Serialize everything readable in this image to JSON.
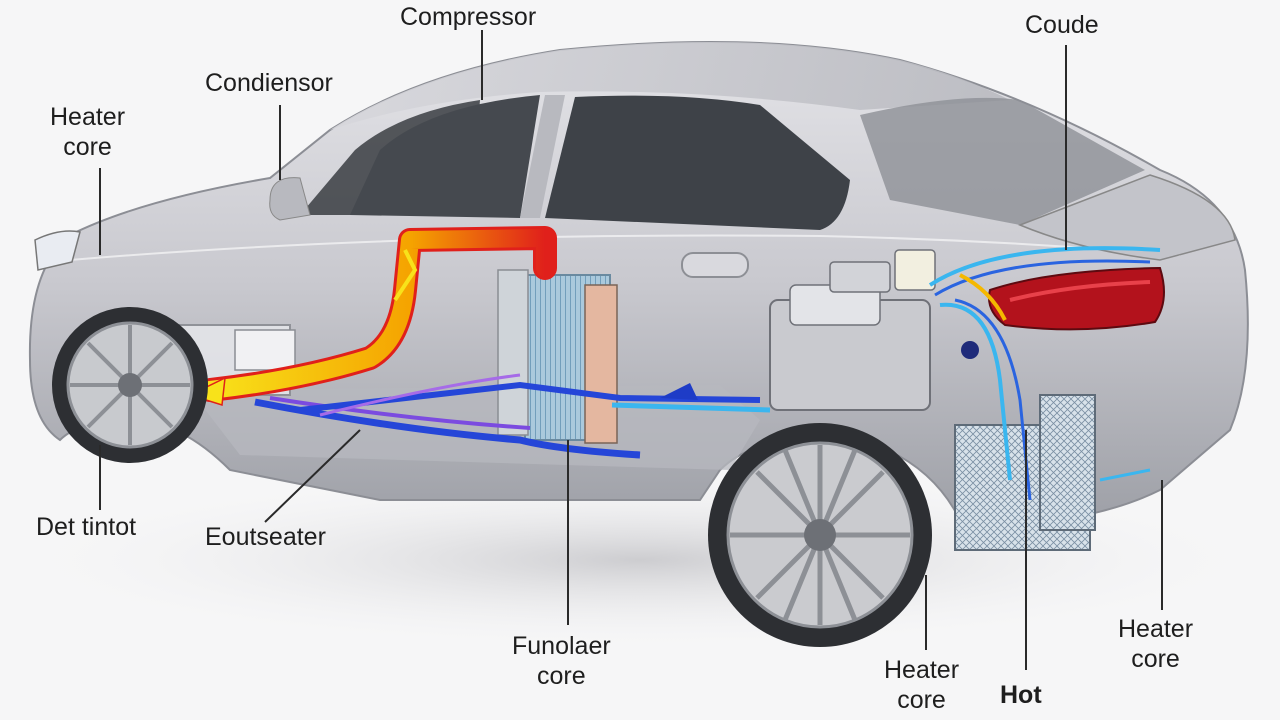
{
  "labels": {
    "compressor": [
      "Compressor"
    ],
    "condenser": [
      "Condiensor"
    ],
    "heater_core_front": [
      "Heater",
      "core"
    ],
    "coude": [
      "Coude"
    ],
    "det_tintot": [
      "Det tintot"
    ],
    "eouteater": [
      "Eoutseater"
    ],
    "funolaer_core": [
      "Funolaer",
      "core"
    ],
    "heater_core_bottom": [
      "Heater",
      "core"
    ],
    "hot": [
      "Hot"
    ],
    "heater_core_right": [
      "Heater",
      "core"
    ]
  },
  "colors": {
    "car_body": "#c9c9cf",
    "glass": "#3a3d42",
    "hot_flow": "#f5b800",
    "hot_edge": "#e0201b",
    "cold_flow": "#2546d8",
    "cool_flow": "#3ab6ef",
    "taillight": "#b3121c"
  }
}
